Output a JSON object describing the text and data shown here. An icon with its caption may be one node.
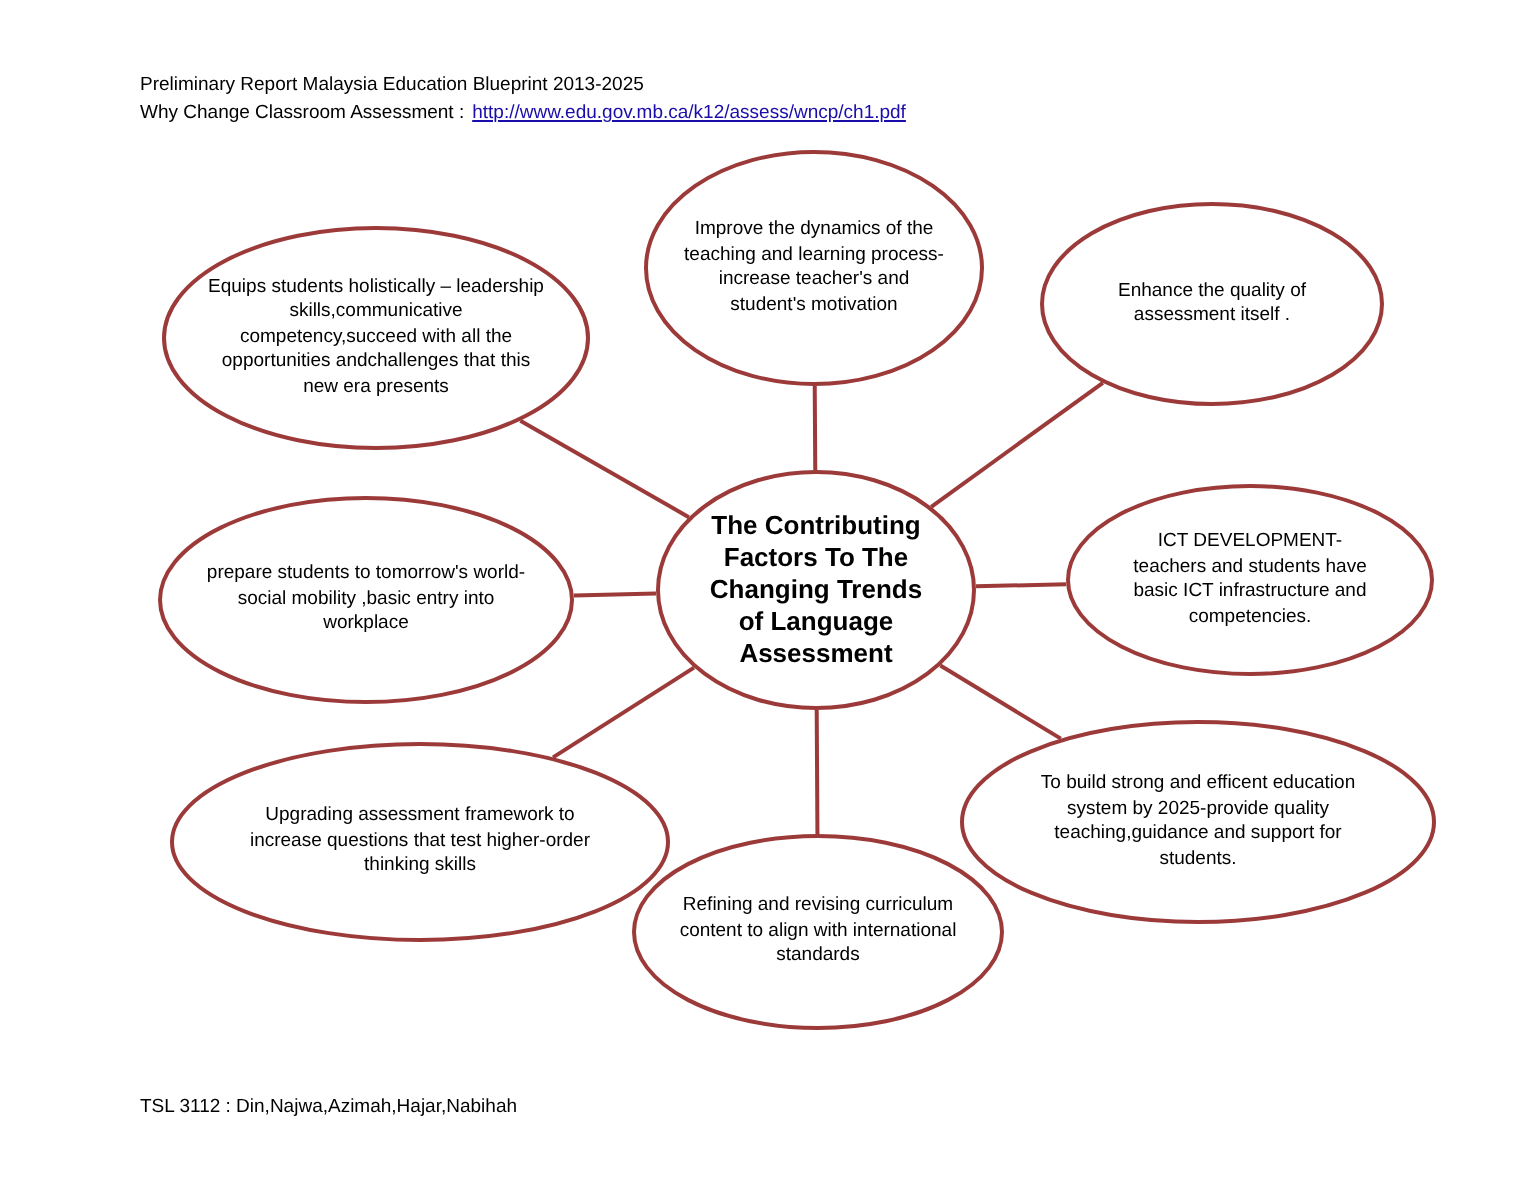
{
  "diagram": {
    "nodes": [
      {
        "text": [
          "The Contributing Factors To The Changing Trends of Language Assessment"
        ]
      },
      {
        "text": [
          "Equips students holistically – leadership skills,communicative competency,succeed with all the opportunities andchallenges that this new era presents"
        ]
      },
      {
        "text": [
          "Improve  the dynamics of the teaching and learning process- increase  teacher's and student's motivation"
        ]
      },
      {
        "text": [
          "Enhance the quality of assessment  itself ."
        ]
      },
      {
        "text": [
          "prepare students to tomorrow's world- social mobility ,basic entry  into workplace"
        ]
      },
      {
        "text": [
          "ICT DEVELOPMENT- teachers and students have basic ICT infrastructure and competencies."
        ]
      },
      {
        "text": [
          "Upgrading assessment framework to increase questions that test higher-order thinking skills"
        ]
      },
      {
        "text": [
          "To build strong and efficent education system by 2025-provide quality teaching,guidance and support for  students."
        ]
      },
      {
        "text": [
          "Refining and revising curriculum content  to align with international standards"
        ]
      }
    ],
    "edges": [
      {
        "from": 0,
        "to": 1,
        "arrow": "none"
      },
      {
        "from": 0,
        "to": 2,
        "arrow": "none"
      },
      {
        "from": 0,
        "to": 3,
        "arrow": "none"
      },
      {
        "from": 0,
        "to": 4,
        "arrow": "none"
      },
      {
        "from": 0,
        "to": 5,
        "arrow": "none"
      },
      {
        "from": 0,
        "to": 6,
        "arrow": "none"
      },
      {
        "from": 0,
        "to": 7,
        "arrow": "none"
      },
      {
        "from": 0,
        "to": 8,
        "arrow": "none"
      }
    ],
    "labels": [
      "Preliminary Report Malaysia Education Blueprint 2013-2025",
      "Why Change Classroom Assessment :",
      "http://www.edu.gov.mb.ca/k12/assess/wncp/ch1.pdf",
      "TSL 3112 : Din,Najwa,Azimah,Hajar,Nabihah"
    ]
  }
}
